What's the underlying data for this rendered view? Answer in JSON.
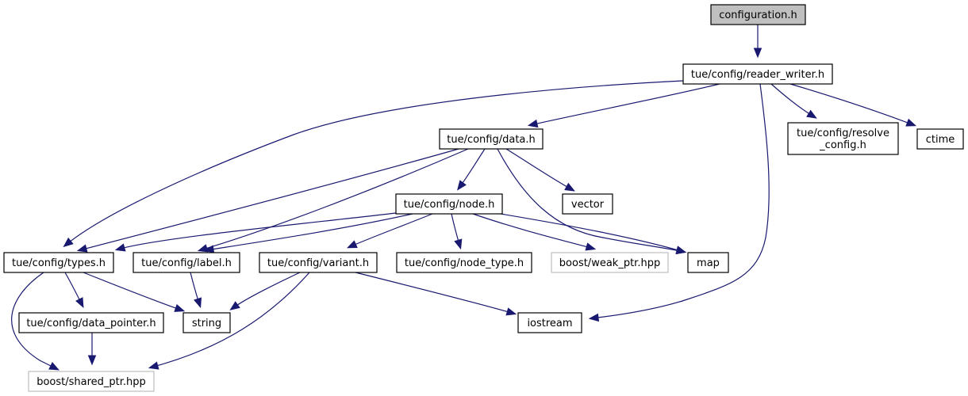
{
  "diagram": {
    "type": "include-dependency-graph",
    "colors": {
      "edge": "#191970",
      "root_fill": "#bfbfbf",
      "node_border": "#000000",
      "external_border": "#bfbfbf"
    },
    "nodes": [
      {
        "id": "configuration",
        "lines": [
          "configuration.h"
        ],
        "kind": "root"
      },
      {
        "id": "reader_writer",
        "lines": [
          "tue/config/reader_writer.h"
        ],
        "kind": "normal"
      },
      {
        "id": "data",
        "lines": [
          "tue/config/data.h"
        ],
        "kind": "normal"
      },
      {
        "id": "resolve_config",
        "lines": [
          "tue/config/resolve",
          "_config.h"
        ],
        "kind": "normal"
      },
      {
        "id": "ctime",
        "lines": [
          "ctime"
        ],
        "kind": "normal"
      },
      {
        "id": "node",
        "lines": [
          "tue/config/node.h"
        ],
        "kind": "normal"
      },
      {
        "id": "vector",
        "lines": [
          "vector"
        ],
        "kind": "normal"
      },
      {
        "id": "types",
        "lines": [
          "tue/config/types.h"
        ],
        "kind": "normal"
      },
      {
        "id": "label",
        "lines": [
          "tue/config/label.h"
        ],
        "kind": "normal"
      },
      {
        "id": "variant",
        "lines": [
          "tue/config/variant.h"
        ],
        "kind": "normal"
      },
      {
        "id": "node_type",
        "lines": [
          "tue/config/node_type.h"
        ],
        "kind": "normal"
      },
      {
        "id": "weak_ptr",
        "lines": [
          "boost/weak_ptr.hpp"
        ],
        "kind": "external"
      },
      {
        "id": "map",
        "lines": [
          "map"
        ],
        "kind": "normal"
      },
      {
        "id": "data_pointer",
        "lines": [
          "tue/config/data_pointer.h"
        ],
        "kind": "normal"
      },
      {
        "id": "string",
        "lines": [
          "string"
        ],
        "kind": "normal"
      },
      {
        "id": "iostream",
        "lines": [
          "iostream"
        ],
        "kind": "normal"
      },
      {
        "id": "shared_ptr",
        "lines": [
          "boost/shared_ptr.hpp"
        ],
        "kind": "external"
      }
    ],
    "edges": [
      {
        "from": "configuration",
        "to": "reader_writer"
      },
      {
        "from": "reader_writer",
        "to": "types"
      },
      {
        "from": "reader_writer",
        "to": "data"
      },
      {
        "from": "reader_writer",
        "to": "iostream"
      },
      {
        "from": "reader_writer",
        "to": "resolve_config"
      },
      {
        "from": "reader_writer",
        "to": "ctime"
      },
      {
        "from": "data",
        "to": "types"
      },
      {
        "from": "data",
        "to": "label"
      },
      {
        "from": "data",
        "to": "node"
      },
      {
        "from": "data",
        "to": "map"
      },
      {
        "from": "data",
        "to": "vector"
      },
      {
        "from": "node",
        "to": "types"
      },
      {
        "from": "node",
        "to": "label"
      },
      {
        "from": "node",
        "to": "variant"
      },
      {
        "from": "node",
        "to": "node_type"
      },
      {
        "from": "node",
        "to": "weak_ptr"
      },
      {
        "from": "node",
        "to": "map"
      },
      {
        "from": "types",
        "to": "shared_ptr"
      },
      {
        "from": "types",
        "to": "data_pointer"
      },
      {
        "from": "types",
        "to": "string"
      },
      {
        "from": "label",
        "to": "string"
      },
      {
        "from": "variant",
        "to": "string"
      },
      {
        "from": "variant",
        "to": "shared_ptr"
      },
      {
        "from": "variant",
        "to": "iostream"
      },
      {
        "from": "data_pointer",
        "to": "shared_ptr"
      }
    ]
  }
}
